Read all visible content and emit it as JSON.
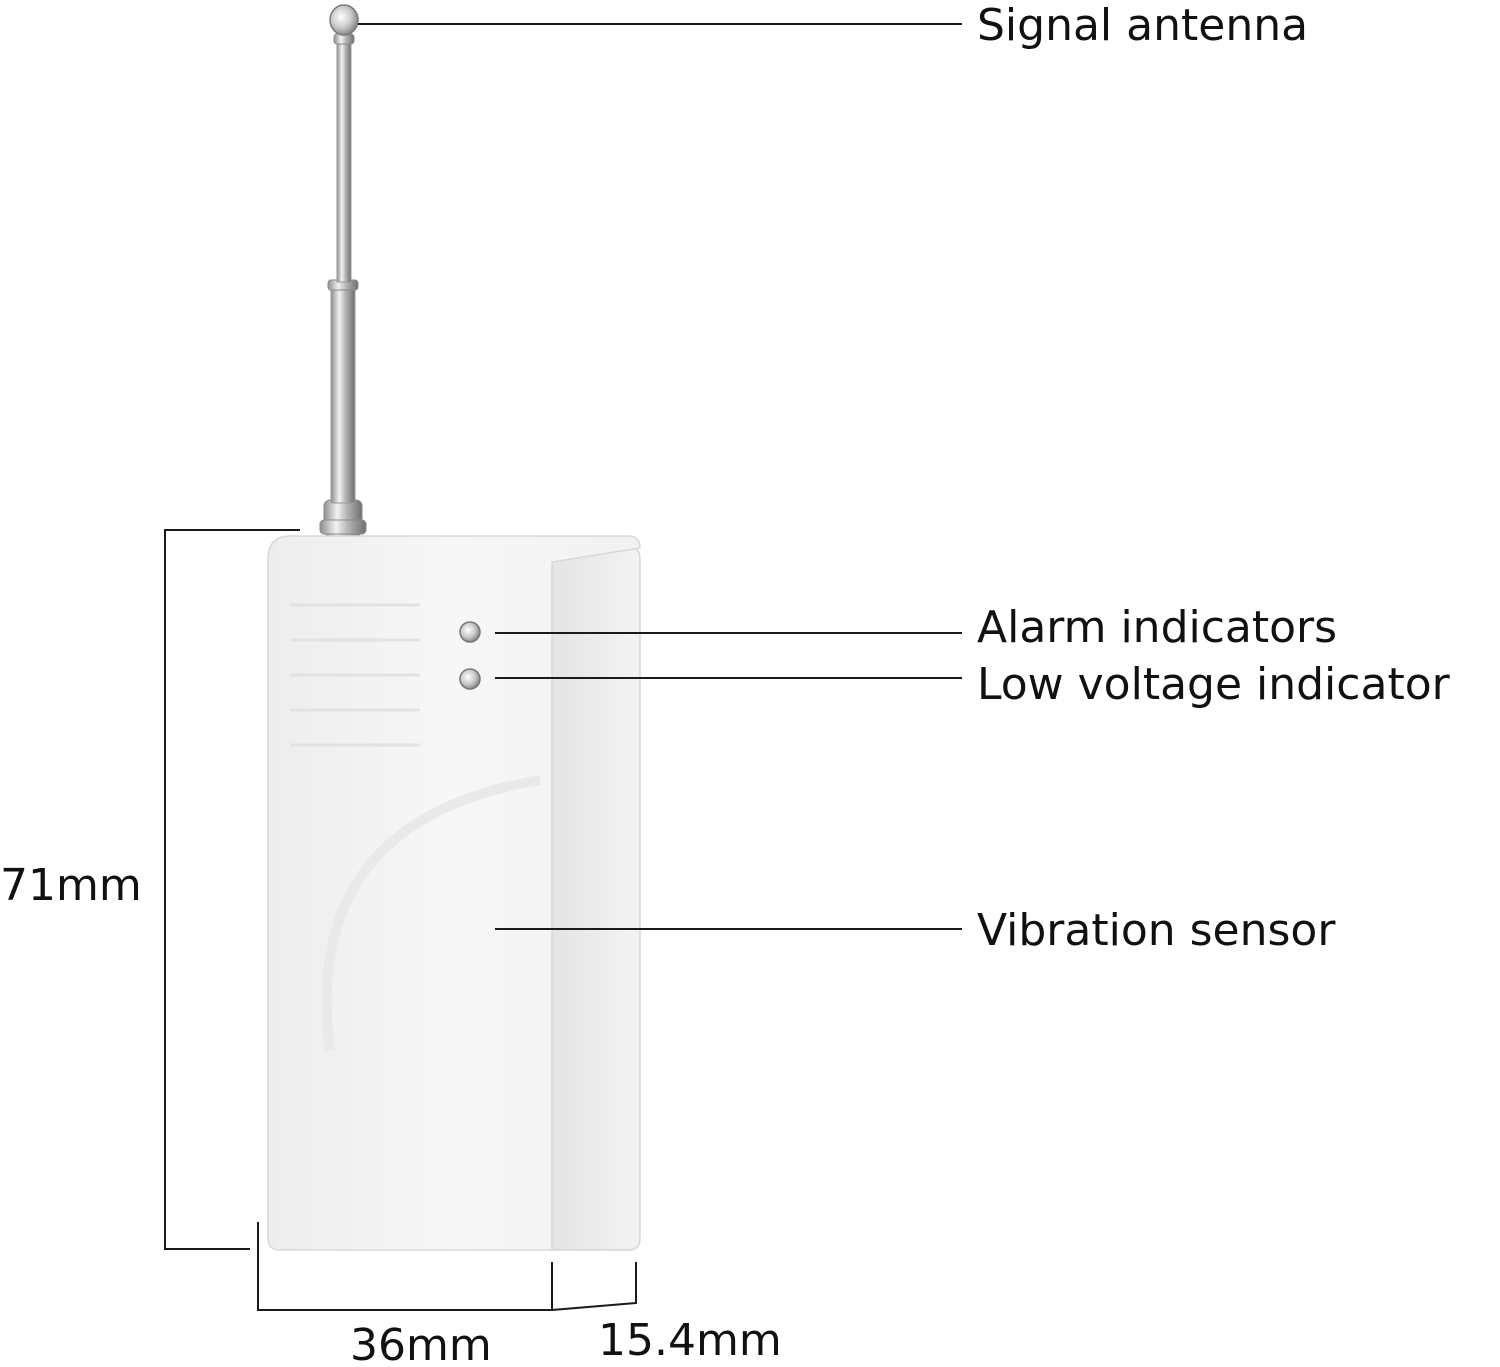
{
  "callouts": {
    "antenna": "Signal antenna",
    "alarm": "Alarm indicators",
    "low_voltage": "Low voltage indicator",
    "vibration": "Vibration sensor"
  },
  "dimensions": {
    "height": "71mm",
    "width": "36mm",
    "depth": "15.4mm"
  },
  "colors": {
    "housing": "#f4f4f4",
    "antenna": "#c8c8c8",
    "text": "#111111"
  }
}
